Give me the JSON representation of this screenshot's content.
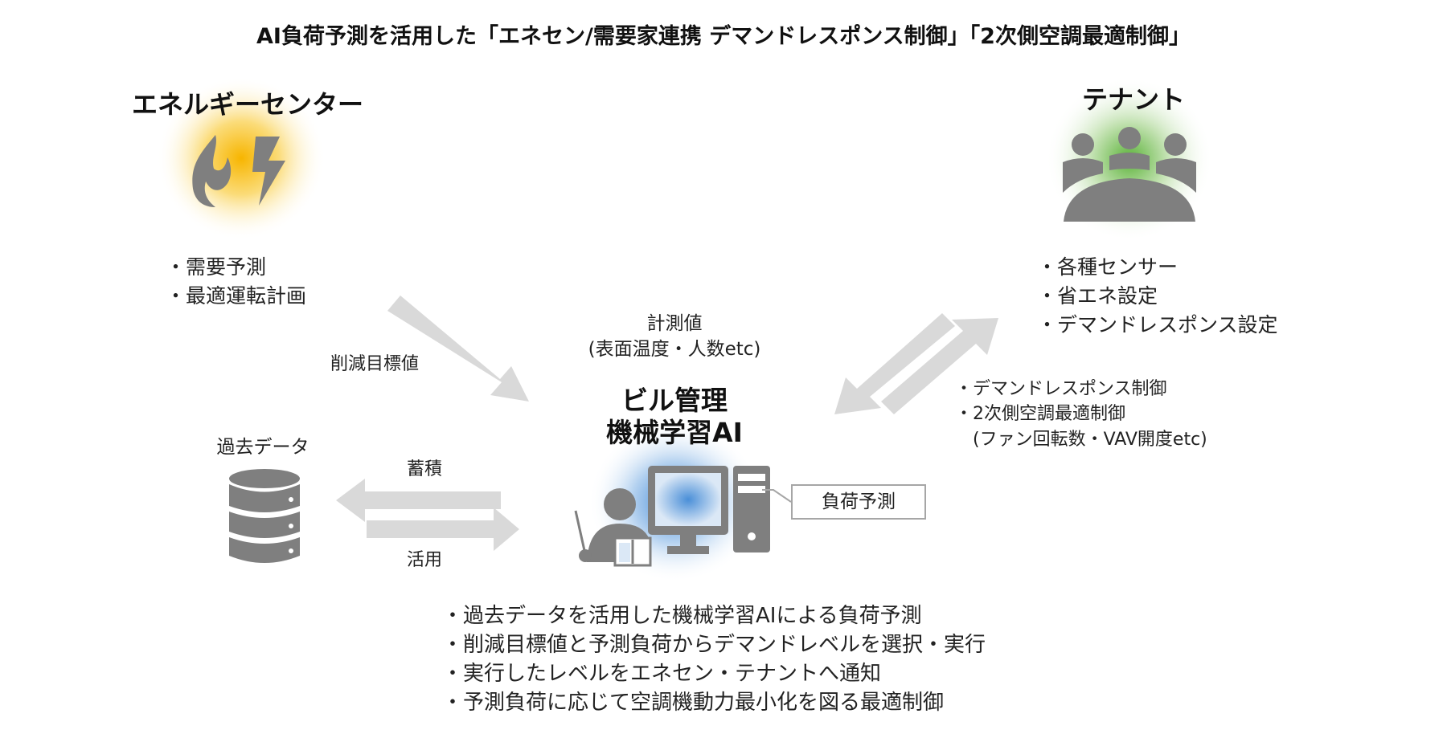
{
  "title": "AI負荷予測を活用した「エネセン/需要家連携 デマンドレスポンス制御」「2次側空調最適制御」",
  "energy_center": {
    "label": "エネルギーセンター",
    "items": [
      "・需要予測",
      "・最適運転計画"
    ],
    "arrow_label": "削減目標値",
    "glow_color": "#f5b800"
  },
  "tenant": {
    "label": "テナント",
    "items": [
      "・各種センサー",
      "・省エネ設定",
      "・デマンドレスポンス設定"
    ],
    "measure_label": "計測値",
    "measure_detail": "(表面温度・人数etc)",
    "controls": [
      "・デマンドレスポンス制御",
      "・2次側空調最適制御",
      "(ファン回転数・VAV開度etc)"
    ],
    "glow_color": "#6cbf4a"
  },
  "ai": {
    "line1": "ビル管理",
    "line2": "機械学習AI",
    "callout": "負荷予測",
    "glow_color": "#4a90d9"
  },
  "history": {
    "label": "過去データ",
    "store_label": "蓄積",
    "use_label": "活用"
  },
  "summary": [
    "・過去データを活用した機械学習AIによる負荷予測",
    "・削減目標値と予測負荷からデマンドレベルを選択・実行",
    "・実行したレベルをエネセン・テナントへ通知",
    "・予測負荷に応じて空調機動力最小化を図る最適制御"
  ],
  "colors": {
    "icon": "#7f7f7f",
    "arrow": "#d9d9d9"
  }
}
